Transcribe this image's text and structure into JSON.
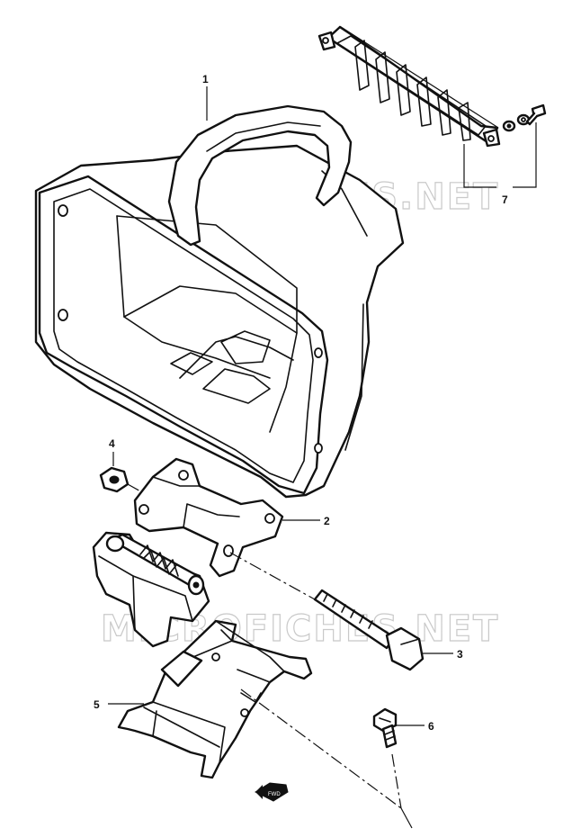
{
  "watermark": "MICROFICHES.NET",
  "callouts": {
    "c1": "1",
    "c2": "2",
    "c3": "3",
    "c4": "4",
    "c5": "5",
    "c6": "6",
    "c7": "7"
  },
  "front_arrow_label": "FWD",
  "parts": [
    {
      "ref": "1",
      "name": "headlight-housing"
    },
    {
      "ref": "2",
      "name": "hinge-bracket"
    },
    {
      "ref": "3",
      "name": "hex-bolt"
    },
    {
      "ref": "4",
      "name": "hex-nut"
    },
    {
      "ref": "5",
      "name": "stand-bracket"
    },
    {
      "ref": "6",
      "name": "screw"
    },
    {
      "ref": "7",
      "name": "grille-guard-set"
    }
  ]
}
